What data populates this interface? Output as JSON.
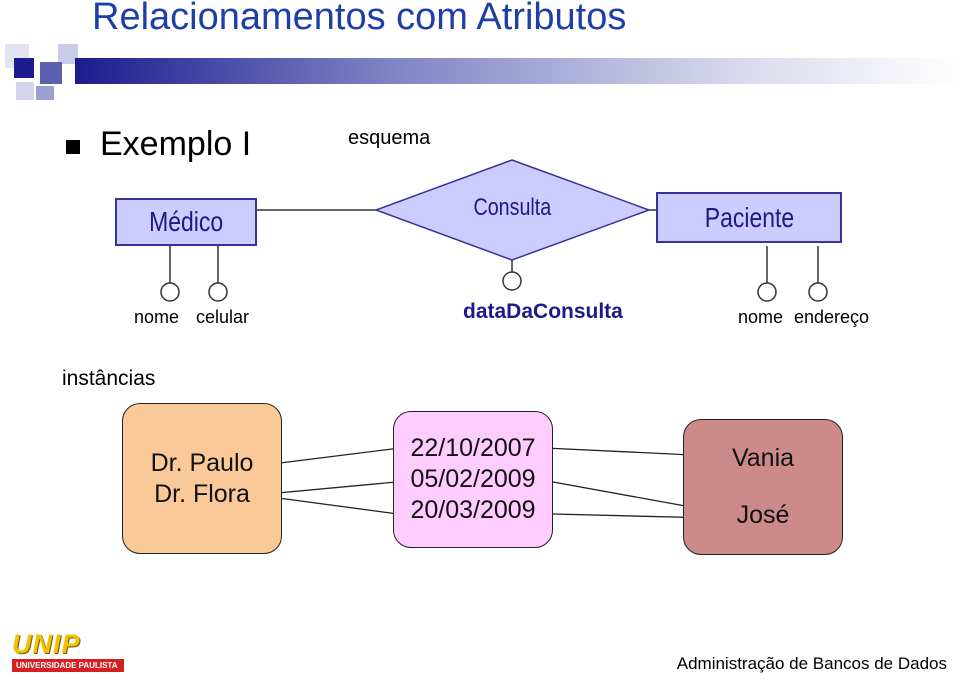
{
  "title": "Relacionamentos com Atributos",
  "section": {
    "bullet_label": "Exemplo I",
    "schema_label": "esquema",
    "instances_label": "instâncias"
  },
  "schema": {
    "entity_left": "Médico",
    "relationship": "Consulta",
    "entity_right": "Paciente",
    "left_attributes": [
      "nome",
      "celular"
    ],
    "relationship_attribute": "dataDaConsulta",
    "right_attributes": [
      "nome",
      "endereço"
    ]
  },
  "instances": {
    "medicos": [
      "Dr. Paulo",
      "Dr. Flora"
    ],
    "datas": [
      "22/10/2007",
      "05/02/2009",
      "20/03/2009"
    ],
    "pacientes": [
      "Vania",
      "José"
    ]
  },
  "colors": {
    "title": "#1f3fa8",
    "entity_fill": "#ccccff",
    "medicos_fill": "#f9c998",
    "datas_fill": "#ffccff",
    "pacientes_fill": "#cc8a8a"
  },
  "footer": {
    "logo_text": "UNIP",
    "logo_subtext": "UNIVERSIDADE PAULISTA",
    "course": "Administração de Bancos de Dados"
  }
}
